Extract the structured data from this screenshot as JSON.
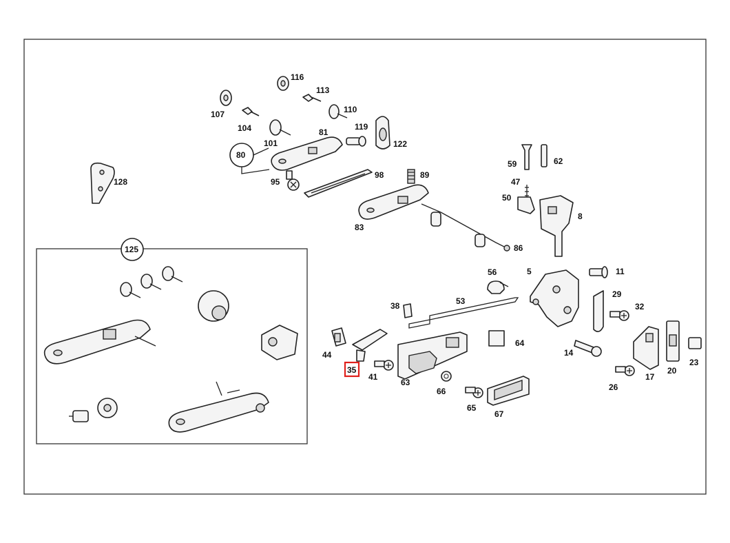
{
  "diagram": {
    "labels": {
      "l116": "116",
      "l113": "113",
      "l107": "107",
      "l110": "110",
      "l104": "104",
      "l119": "119",
      "l81": "81",
      "l101": "101",
      "l122": "122",
      "l80": "80",
      "l95": "95",
      "l98": "98",
      "l89": "89",
      "l128": "128",
      "l59": "59",
      "l62": "62",
      "l47": "47",
      "l50": "50",
      "l8": "8",
      "l83": "83",
      "l86": "86",
      "l125": "125",
      "l56": "56",
      "l5": "5",
      "l11": "11",
      "l53": "53",
      "l38": "38",
      "l29": "29",
      "l32": "32",
      "l44": "44",
      "l64": "64",
      "l14": "14",
      "l35": "35",
      "l41": "41",
      "l63": "63",
      "l66": "66",
      "l65": "65",
      "l67": "67",
      "l26": "26",
      "l17": "17",
      "l20": "20",
      "l23": "23"
    },
    "highlighted_part": "35",
    "highlight_color": "#e0201b"
  }
}
